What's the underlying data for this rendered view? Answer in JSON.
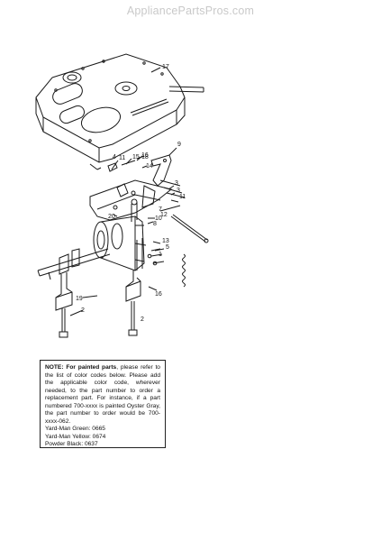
{
  "watermark": "AppliancePartsPros.com",
  "callouts": [
    "17",
    "9",
    "11",
    "15",
    "16",
    "14",
    "18",
    "4",
    "3",
    "3",
    "11",
    "20",
    "10",
    "8",
    "12",
    "7",
    "13",
    "5",
    "1",
    "19",
    "16",
    "2",
    "2"
  ],
  "note": {
    "lead": "NOTE:",
    "bold": "For painted parts",
    "body": ", please refer to the list of color codes below. Please add the applicable color code, wherever needed, to the part number to order a replacement part. For instance, if a part numbered 700-xxxx is painted Oyster Gray, the part number to order would be 700-xxxx-062.",
    "colors": [
      "Yard-Man Green: 0665",
      "Yard-Man Yellow: 0674",
      "Powder Black: 0637"
    ]
  }
}
